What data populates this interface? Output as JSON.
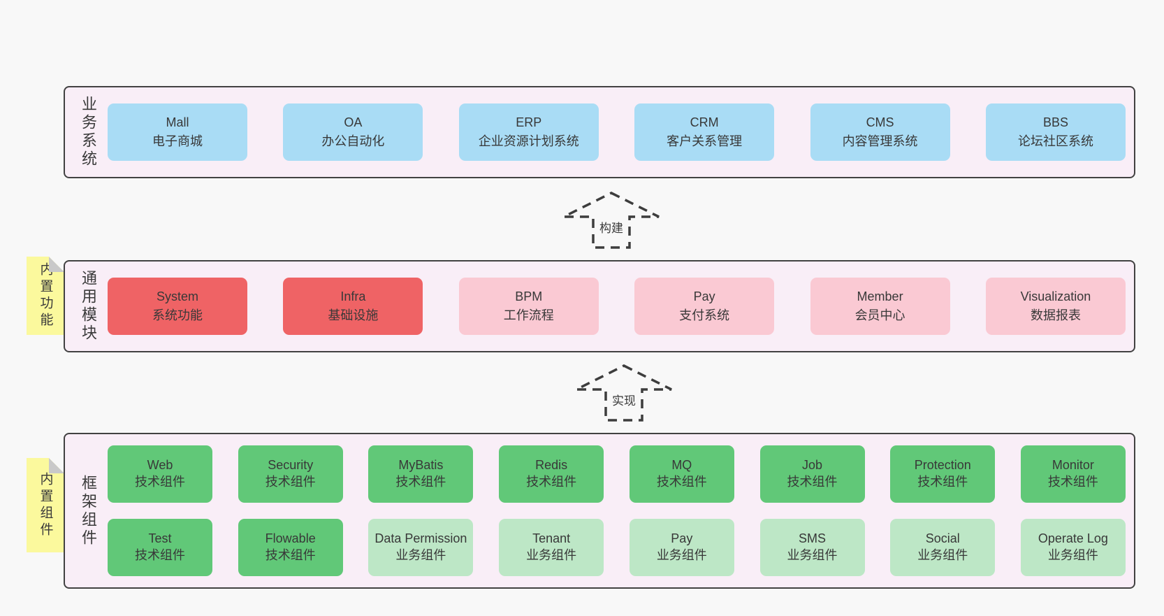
{
  "diagram": {
    "layers": [
      {
        "title": "业务系统",
        "sticky": null,
        "rows": [
          [
            {
              "name": "Mall",
              "subtitle": "电子商城",
              "type": "blue"
            },
            {
              "name": "OA",
              "subtitle": "办公自动化",
              "type": "blue"
            },
            {
              "name": "ERP",
              "subtitle": "企业资源计划系统",
              "type": "blue"
            },
            {
              "name": "CRM",
              "subtitle": "客户关系管理",
              "type": "blue"
            },
            {
              "name": "CMS",
              "subtitle": "内容管理系统",
              "type": "blue"
            },
            {
              "name": "BBS",
              "subtitle": "论坛社区系统",
              "type": "blue"
            }
          ]
        ]
      },
      {
        "title": "通用模块",
        "sticky": "内置功能",
        "rows": [
          [
            {
              "name": "System",
              "subtitle": "系统功能",
              "type": "red"
            },
            {
              "name": "Infra",
              "subtitle": "基础设施",
              "type": "red"
            },
            {
              "name": "BPM",
              "subtitle": "工作流程",
              "type": "pink"
            },
            {
              "name": "Pay",
              "subtitle": "支付系统",
              "type": "pink"
            },
            {
              "name": "Member",
              "subtitle": "会员中心",
              "type": "pink"
            },
            {
              "name": "Visualization",
              "subtitle": "数据报表",
              "type": "pink"
            }
          ]
        ]
      },
      {
        "title": "框架组件",
        "sticky": "内置组件",
        "rows": [
          [
            {
              "name": "Web",
              "subtitle": "技术组件",
              "type": "green"
            },
            {
              "name": "Security",
              "subtitle": "技术组件",
              "type": "green"
            },
            {
              "name": "MyBatis",
              "subtitle": "技术组件",
              "type": "green"
            },
            {
              "name": "Redis",
              "subtitle": "技术组件",
              "type": "green"
            },
            {
              "name": "MQ",
              "subtitle": "技术组件",
              "type": "green"
            },
            {
              "name": "Job",
              "subtitle": "技术组件",
              "type": "green"
            },
            {
              "name": "Protection",
              "subtitle": "技术组件",
              "type": "green"
            },
            {
              "name": "Monitor",
              "subtitle": "技术组件",
              "type": "green"
            }
          ],
          [
            {
              "name": "Test",
              "subtitle": "技术组件",
              "type": "green"
            },
            {
              "name": "Flowable",
              "subtitle": "技术组件",
              "type": "green"
            },
            {
              "name": "Data Permission",
              "subtitle": "业务组件",
              "type": "light-green"
            },
            {
              "name": "Tenant",
              "subtitle": "业务组件",
              "type": "light-green"
            },
            {
              "name": "Pay",
              "subtitle": "业务组件",
              "type": "light-green"
            },
            {
              "name": "SMS",
              "subtitle": "业务组件",
              "type": "light-green"
            },
            {
              "name": "Social",
              "subtitle": "业务组件",
              "type": "light-green"
            },
            {
              "name": "Operate Log",
              "subtitle": "业务组件",
              "type": "light-green"
            }
          ]
        ]
      }
    ],
    "arrows": [
      {
        "label": "构建"
      },
      {
        "label": "实现"
      }
    ],
    "colors": {
      "page_bg": "#f8f8f8",
      "layer_bg": "#f9eef7",
      "layer_border": "#424242",
      "blue": "#a9dcf5",
      "red": "#ef6365",
      "pink": "#fac9d3",
      "green": "#61c878",
      "light_green": "#bde7c6",
      "sticky_yellow": "#fbf99d",
      "sticky_fold": "#c9c9c9",
      "arrow_stroke": "#3d3d3d",
      "text": "#3a3a3a"
    }
  }
}
